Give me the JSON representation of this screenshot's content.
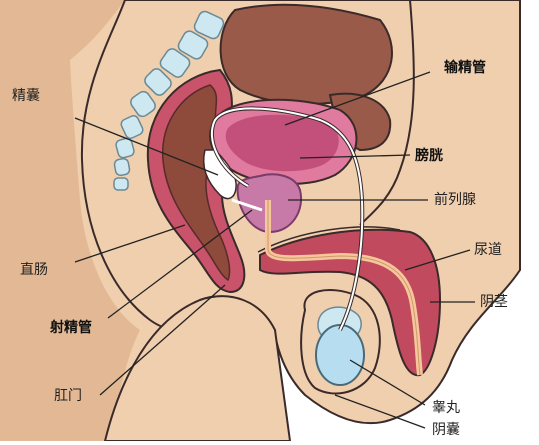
{
  "labels": {
    "vas_deferens": "输精管",
    "seminal_vesicle": "精囊",
    "bladder": "膀胱",
    "prostate": "前列腺",
    "urethra": "尿道",
    "rectum": "直肠",
    "penis": "阴茎",
    "ejaculatory_duct": "射精管",
    "anus": "肛门",
    "testis": "睾丸",
    "scrotum": "阴囊"
  },
  "colors": {
    "skin": "#f0cfae",
    "skin_dark": "#d9ab86",
    "outline": "#3a2a2a",
    "rectum": "#c9536a",
    "rectum_inner": "#8e4a3a",
    "bladder": "#e07a9e",
    "bladder_inner": "#c2507a",
    "organ_dark": "#9a5a4a",
    "prostate": "#c77aa8",
    "urethra": "#f6c79a",
    "penis": "#c24a5e",
    "spine": "#cde8f0",
    "testis": "#b6ddf0",
    "duct": "#ffffff"
  }
}
